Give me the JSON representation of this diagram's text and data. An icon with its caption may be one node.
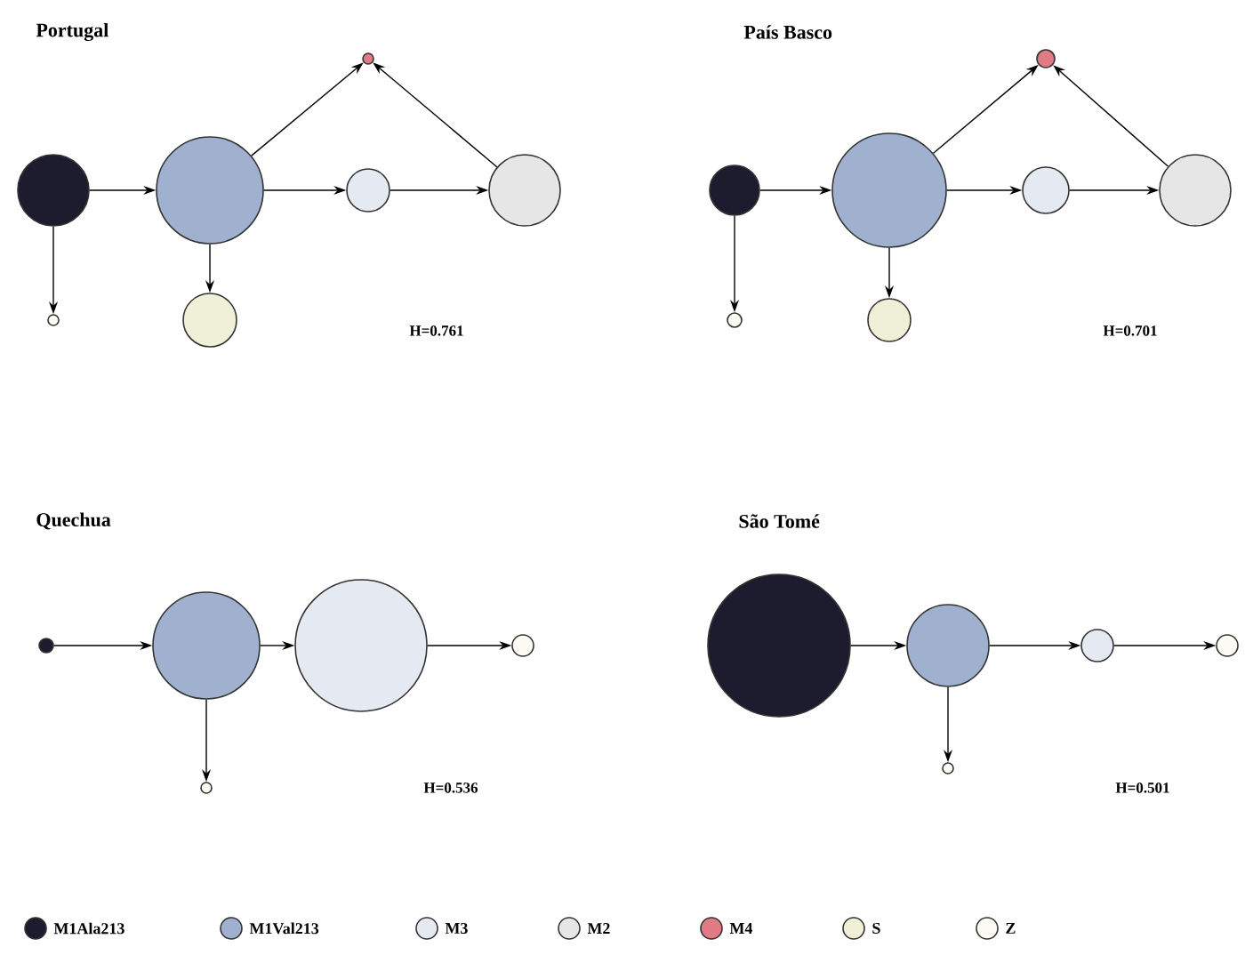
{
  "diagram": {
    "nodes": [
      {
        "text": [],
        "shape": "circle"
      },
      {
        "text": [],
        "shape": "circle"
      },
      {
        "text": [],
        "shape": "circle"
      },
      {
        "text": [],
        "shape": "circle"
      },
      {
        "text": [],
        "shape": "circle"
      },
      {
        "text": [],
        "shape": "circle"
      },
      {
        "text": [],
        "shape": "circle"
      },
      {
        "text": [],
        "shape": "circle"
      },
      {
        "text": [],
        "shape": "circle"
      },
      {
        "text": [],
        "shape": "circle"
      },
      {
        "text": [],
        "shape": "circle"
      },
      {
        "text": [],
        "shape": "circle"
      },
      {
        "text": [],
        "shape": "circle"
      },
      {
        "text": [],
        "shape": "circle"
      },
      {
        "text": [],
        "shape": "circle"
      },
      {
        "text": [],
        "shape": "circle"
      },
      {
        "text": [],
        "shape": "circle"
      },
      {
        "text": [],
        "shape": "circle"
      },
      {
        "text": [],
        "shape": "circle"
      },
      {
        "text": [],
        "shape": "circle"
      },
      {
        "text": [],
        "shape": "circle"
      },
      {
        "text": [],
        "shape": "circle"
      },
      {
        "text": [],
        "shape": "circle"
      },
      {
        "text": [],
        "shape": "circle"
      }
    ],
    "edges": [
      {
        "from": 0,
        "to": 1,
        "arrow": "to"
      },
      {
        "from": 1,
        "to": 2,
        "arrow": "to"
      },
      {
        "from": 1,
        "to": 3,
        "arrow": "to"
      },
      {
        "from": 3,
        "to": 4,
        "arrow": "to"
      },
      {
        "from": 4,
        "to": 2,
        "arrow": "to"
      },
      {
        "from": 0,
        "to": 5,
        "arrow": "to"
      },
      {
        "from": 1,
        "to": 6,
        "arrow": "to"
      },
      {
        "from": 7,
        "to": 8,
        "arrow": "to"
      },
      {
        "from": 8,
        "to": 9,
        "arrow": "to"
      },
      {
        "from": 8,
        "to": 10,
        "arrow": "to"
      },
      {
        "from": 10,
        "to": 11,
        "arrow": "to"
      },
      {
        "from": 11,
        "to": 9,
        "arrow": "to"
      },
      {
        "from": 7,
        "to": 12,
        "arrow": "to"
      },
      {
        "from": 8,
        "to": 13,
        "arrow": "to"
      },
      {
        "from": 14,
        "to": 15,
        "arrow": "to"
      },
      {
        "from": 15,
        "to": 16,
        "arrow": "to"
      },
      {
        "from": 16,
        "to": 17,
        "arrow": "to"
      },
      {
        "from": 15,
        "to": 18,
        "arrow": "to"
      },
      {
        "from": 19,
        "to": 20,
        "arrow": "to"
      },
      {
        "from": 20,
        "to": 21,
        "arrow": "to"
      },
      {
        "from": 21,
        "to": 22,
        "arrow": "to"
      },
      {
        "from": 20,
        "to": 23,
        "arrow": "to"
      }
    ],
    "labels": [
      "Portugal",
      "País Basco",
      "H=0.761",
      "H=0.701",
      "Quechua",
      "São Tomé",
      "H=0.536",
      "H=0.501"
    ],
    "legend": [
      {
        "text": "M1Ala213",
        "color": "#1c1c2e"
      },
      {
        "text": "M1Val213",
        "color": "#9fb1cf"
      },
      {
        "text": "M3",
        "color": "#e4e9f2"
      },
      {
        "text": "M2",
        "color": "#e6e6e6"
      },
      {
        "text": "M4",
        "color": "#e07a85"
      },
      {
        "text": "S",
        "color": "#f0f0d8"
      },
      {
        "text": "Z",
        "color": "#fcfcf4"
      }
    ]
  }
}
